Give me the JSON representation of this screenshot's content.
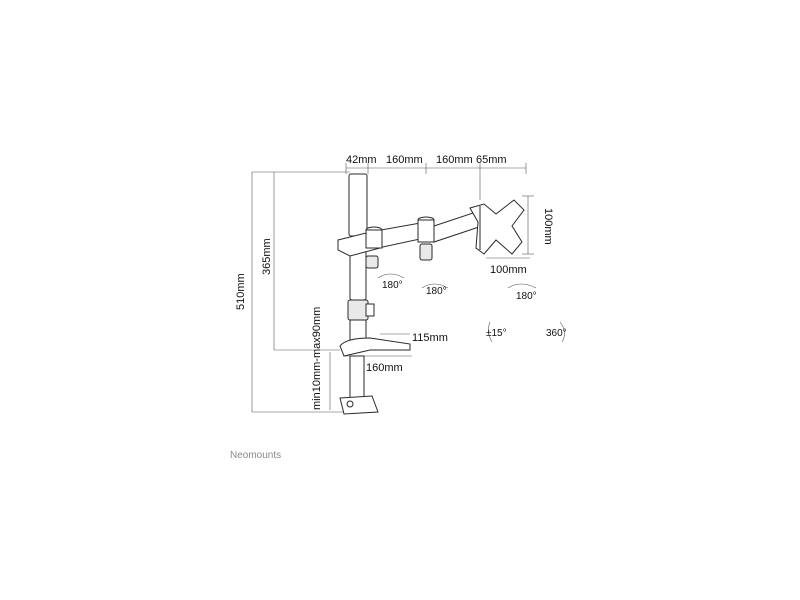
{
  "dimensions": {
    "pole_width": "42mm",
    "arm_segment_1": "160mm",
    "arm_segment_2": "160mm",
    "head_depth": "65mm",
    "vesa_height": "100mm",
    "vesa_width": "100mm",
    "total_height": "510mm",
    "arm_height": "365mm",
    "desk_thickness": "min10mm-max90mm",
    "clamp_depth": "115mm",
    "base_width": "160mm"
  },
  "rotations": {
    "arm_joint_1": "180°",
    "arm_joint_2": "180°",
    "head_swivel": "180°",
    "tilt": "±15°",
    "rotate": "360°"
  },
  "brand": "Neomounts"
}
